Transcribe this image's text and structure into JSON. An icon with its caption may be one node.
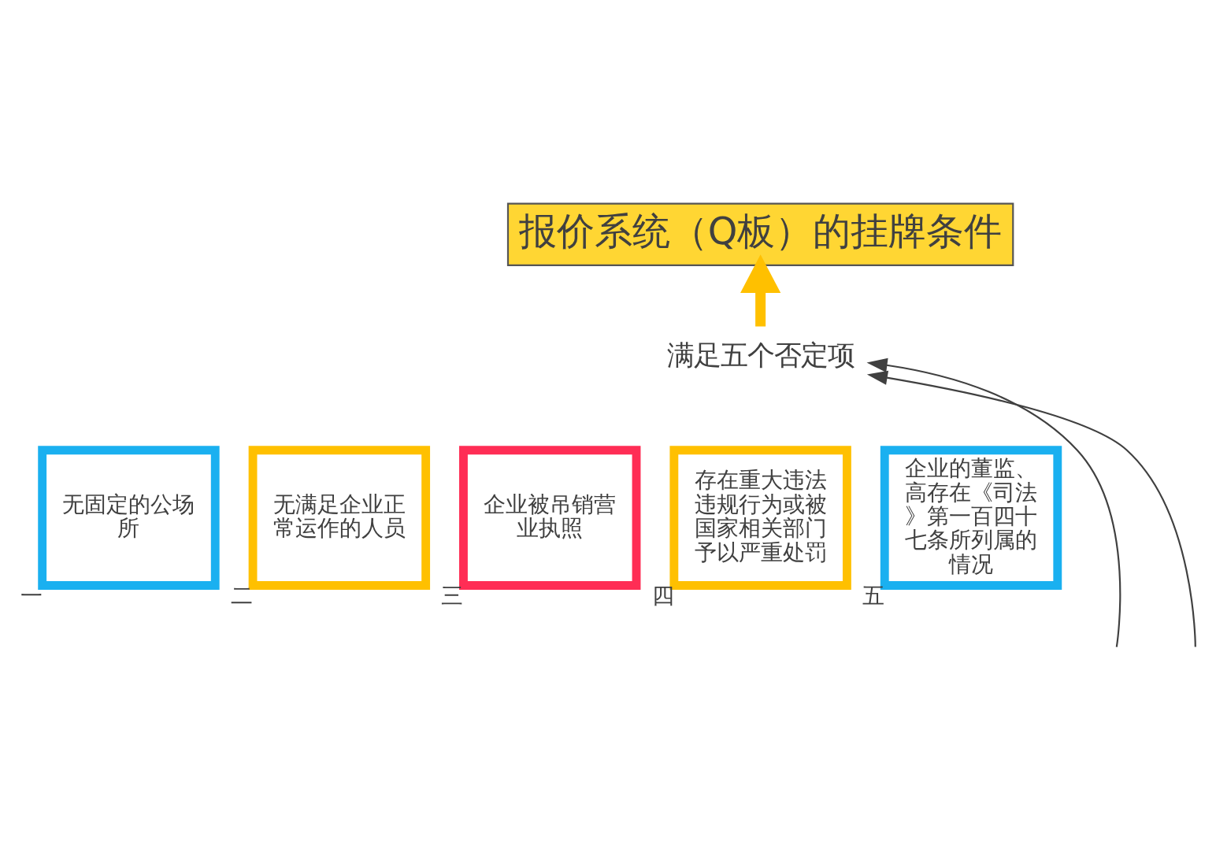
{
  "diagram": {
    "nodes": [
      {
        "text": [
          "报价系统（Q板）的挂牌条件"
        ]
      },
      {
        "text": [
          "满足五个否定项"
        ]
      },
      {
        "text": [
          "无固定的公场所"
        ],
        "beside": [
          "一"
        ]
      },
      {
        "text": [
          "无满足企业正常运作的人员"
        ],
        "beside": [
          "二"
        ]
      },
      {
        "text": [
          "企业被吊销营业执照"
        ],
        "beside": [
          "三"
        ]
      },
      {
        "text": [
          "存在重大违法违规行为或被国家相关部门予以严重处罚"
        ],
        "beside": [
          "四"
        ]
      },
      {
        "text": [
          "企业的董监、高存在《司法》第一百四十七条所列属的情况"
        ],
        "beside": [
          "五"
        ]
      }
    ],
    "edges": [
      {
        "from": 1,
        "to": 0,
        "arrow": "to",
        "style": "thick",
        "color": "#ffc000"
      },
      {
        "from": null,
        "to": 1,
        "arrow": "to"
      },
      {
        "from": null,
        "to": 1,
        "arrow": "to"
      }
    ]
  }
}
